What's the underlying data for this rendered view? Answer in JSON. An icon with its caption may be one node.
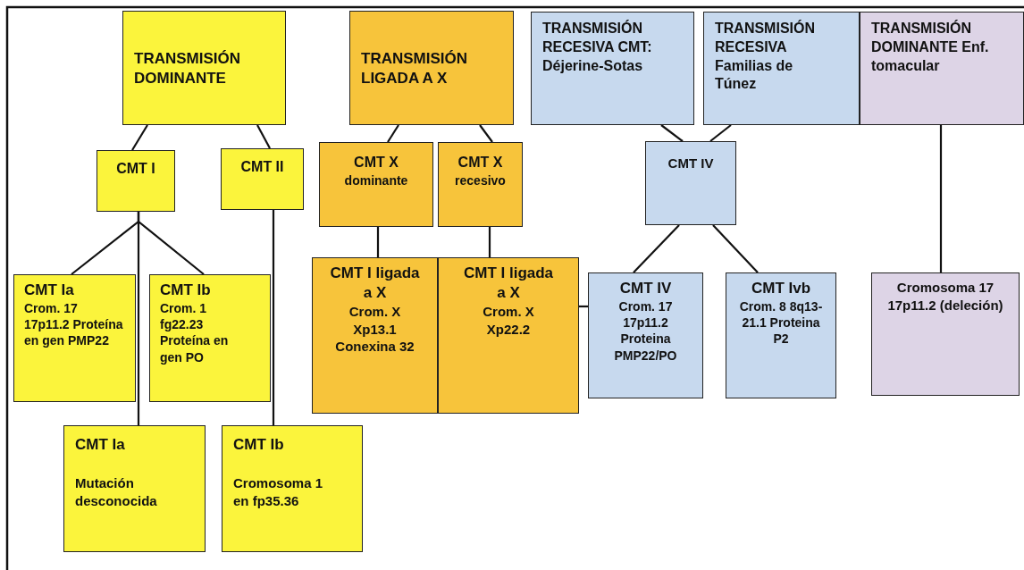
{
  "diagram": {
    "nodes": [
      {
        "text": [
          "TRANSMISIÓN DOMINANTE"
        ]
      },
      {
        "text": [
          "TRANSMISIÓN LIGADA  A X"
        ]
      },
      {
        "text": [
          "TRANSMISIÓN RECESIVA CMT: Déjerine-Sotas"
        ]
      },
      {
        "text": [
          "TRANSMISIÓN RECESIVA Familias de Túnez"
        ]
      },
      {
        "text": [
          "TRANSMISIÓN DOMINANTE Enf. tomacular"
        ]
      },
      {
        "text": [
          "CMT I"
        ]
      },
      {
        "text": [
          "CMT II"
        ]
      },
      {
        "text": [
          "CMT X",
          "dominante"
        ]
      },
      {
        "text": [
          "CMT X",
          "recesivo"
        ]
      },
      {
        "text": [
          "CMT IV"
        ]
      },
      {
        "text": [
          "CMT Ia",
          "Crom. 17 17p11.2 Proteína en gen PMP22"
        ]
      },
      {
        "text": [
          "CMT Ib",
          "Crom. 1 fg22.23 Proteína en gen PO"
        ]
      },
      {
        "text": [
          "CMT I ligada a X",
          "Crom. X Xp13.1 Conexina 32"
        ]
      },
      {
        "text": [
          "CMT I ligada a X",
          "Crom. X Xp22.2"
        ]
      },
      {
        "text": [
          "CMT IV",
          "Crom. 17 17p11.2 Proteina PMP22/PO"
        ]
      },
      {
        "text": [
          "CMT Ivb",
          "Crom. 8 8q13-21.1 Proteina P2"
        ]
      },
      {
        "text": [
          "Cromosoma 17 17p11.2 (deleción)"
        ]
      },
      {
        "text": [
          "CMT Ia",
          "Mutación desconocida"
        ]
      },
      {
        "text": [
          "CMT Ib",
          "Cromosoma 1 en fp35.36"
        ]
      }
    ],
    "edges": [
      {
        "from": 0,
        "to": 5,
        "arrow": "none"
      },
      {
        "from": 0,
        "to": 6,
        "arrow": "none"
      },
      {
        "from": 5,
        "to": 10,
        "arrow": "none"
      },
      {
        "from": 5,
        "to": 11,
        "arrow": "none"
      },
      {
        "from": 5,
        "to": 17,
        "arrow": "none"
      },
      {
        "from": 6,
        "to": 18,
        "arrow": "none"
      },
      {
        "from": 1,
        "to": 7,
        "arrow": "none"
      },
      {
        "from": 1,
        "to": 8,
        "arrow": "none"
      },
      {
        "from": 7,
        "to": 12,
        "arrow": "none"
      },
      {
        "from": 8,
        "to": 13,
        "arrow": "none"
      },
      {
        "from": 2,
        "to": 9,
        "arrow": "none"
      },
      {
        "from": 3,
        "to": 9,
        "arrow": "none"
      },
      {
        "from": 9,
        "to": 14,
        "arrow": "none"
      },
      {
        "from": 9,
        "to": 15,
        "arrow": "none"
      },
      {
        "from": 4,
        "to": 16,
        "arrow": "none"
      },
      {
        "from": 13,
        "to": 14,
        "arrow": "none"
      }
    ]
  }
}
